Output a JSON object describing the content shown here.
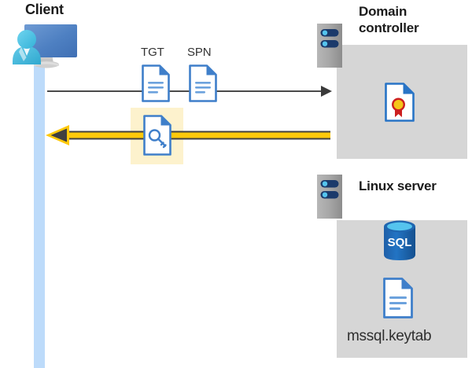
{
  "diagram": {
    "title_client": "Client",
    "title_domain_controller": "Domain\ncontroller",
    "title_domain_controller_line1": "Domain",
    "title_domain_controller_line2": "controller",
    "title_linux_server": "Linux server",
    "label_tgt": "TGT",
    "label_spn": "SPN",
    "label_keytab_file": "mssql.keytab",
    "label_sql_database": "SQL",
    "colors": {
      "panel_gray": "#d6d6d6",
      "client_lifeline_blue": "#bddbfa",
      "highlight_yellow": "#fdf2cd",
      "arrow_gold": "#ffc90a",
      "arrow_outline_dark": "#3f3f3f",
      "request_arrow_gray": "#4a4a4a",
      "doc_blue": "#3f7fca",
      "doc_fold_blue": "#2f6fbf",
      "sql_blue": "#1f66b0",
      "server_body_gray": "#9d9d9d",
      "server_pill_navy": "#1b3a6b",
      "server_dot_blue": "#55c4ee",
      "seal_yellow": "#f5c518",
      "seal_red": "#cc1f1f",
      "person_teal": "#45bcdf",
      "monitor_blue": "#4d80c4",
      "text_dark": "#1b1b1b"
    },
    "icons": {
      "client": "user-at-monitor-icon",
      "tgt_document": "document-icon",
      "spn_document": "document-icon",
      "ticket_key_document": "document-with-key-icon",
      "domain_controller_server": "server-rack-icon",
      "certificate_document": "certificate-document-icon",
      "linux_server": "server-rack-icon",
      "sql_database": "sql-database-cylinder-icon",
      "keytab_document": "document-icon"
    },
    "flows": [
      {
        "name": "request-flow",
        "direction": "client-to-domain-controller",
        "style": "thin-gray-arrow",
        "carries": [
          "TGT",
          "SPN"
        ]
      },
      {
        "name": "response-flow",
        "direction": "domain-controller-to-client",
        "style": "thick-gold-arrow",
        "carries": [
          "service ticket"
        ]
      }
    ]
  }
}
